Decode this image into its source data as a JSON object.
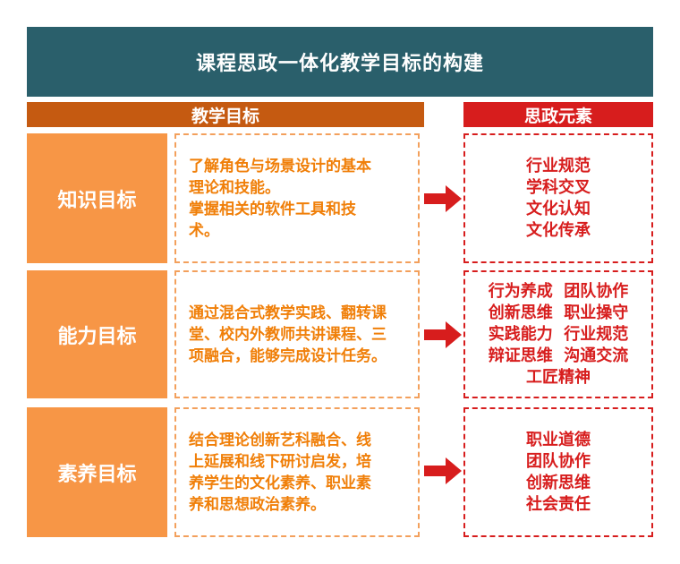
{
  "title": "课程思政一体化教学目标的构建",
  "headers": {
    "goals": "教学目标",
    "elements": "思政元素"
  },
  "rows": [
    {
      "label": "知识目标",
      "description": "了解角色与场景设计的基本\n理论和技能。\n掌握相关的软件工具和技\n术。",
      "elements": [
        "行业规范",
        "学科交叉",
        "文化认知",
        "文化传承"
      ]
    },
    {
      "label": "能力目标",
      "description": "通过混合式教学实践、翻转课\n堂、校内外教师共讲课程、三\n项融合，能够完成设计任务。",
      "elements": [
        "行为养成  团队协作",
        "创新思维  职业操守",
        "实践能力  行业规范",
        "辩证思维  沟通交流",
        "工匠精神"
      ]
    },
    {
      "label": "素养目标",
      "description": "结合理论创新艺科融合、线\n上延展和线下研讨启发，培\n养学生的文化素养、职业素\n养和思想政治素养。",
      "elements": [
        "职业道德",
        "团队协作",
        "创新思维",
        "社会责任"
      ]
    }
  ],
  "colors": {
    "title_bg": "#2a5f6b",
    "goals_header": "#c55a11",
    "elements_header": "#d71d1d",
    "label_bg": "#f79646",
    "desc_text": "#f07f09",
    "element_text": "#d71d1d"
  },
  "icons": [
    "arrow-right-icon"
  ]
}
